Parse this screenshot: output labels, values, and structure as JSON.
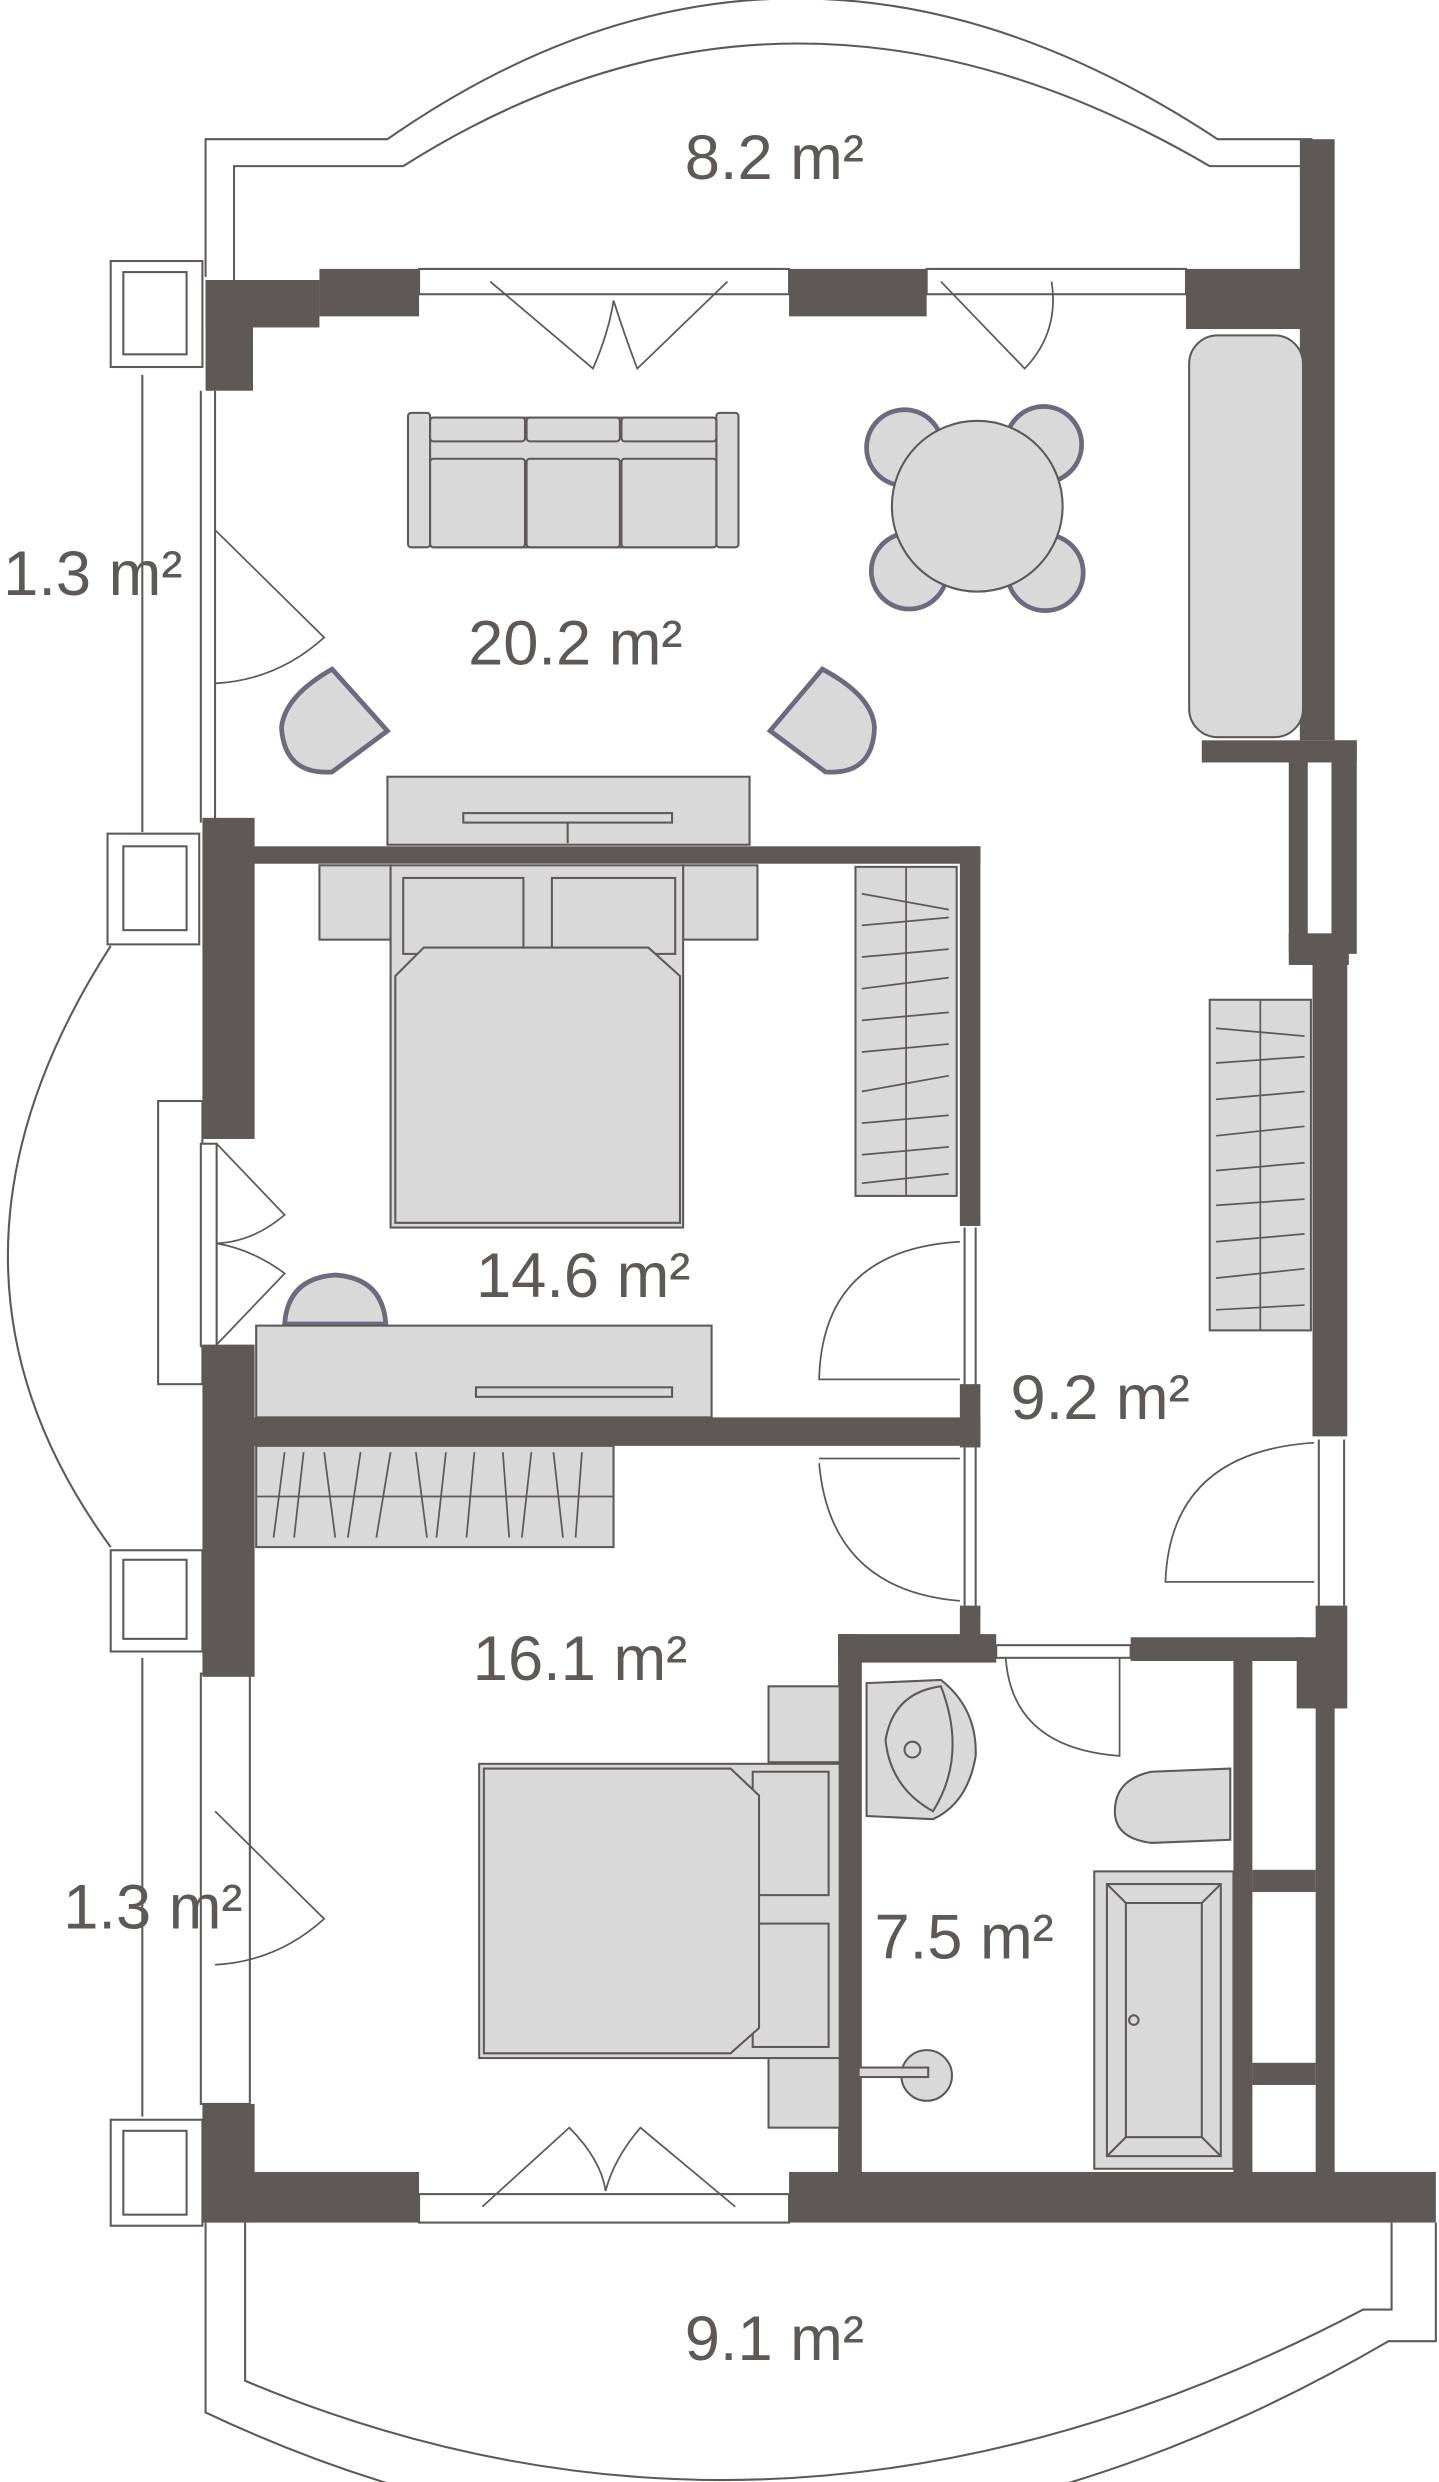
{
  "floor_plan": {
    "colors": {
      "wall": "#5e5857",
      "furniture_fill": "#d9d9d9",
      "chair_outline": "#6b6a7e",
      "background": "#ffffff"
    },
    "rooms": [
      {
        "id": "balcony-top",
        "label": "8.2 m²"
      },
      {
        "id": "loggia-left-top",
        "label": "1.3 m²"
      },
      {
        "id": "living-room",
        "label": "20.2 m²"
      },
      {
        "id": "bedroom-1",
        "label": "14.6 m²"
      },
      {
        "id": "hallway",
        "label": "9.2 m²"
      },
      {
        "id": "bedroom-2",
        "label": "16.1 m²"
      },
      {
        "id": "loggia-left-bottom",
        "label": "1.3 m²"
      },
      {
        "id": "bathroom",
        "label": "7.5 m²"
      },
      {
        "id": "balcony-bottom",
        "label": "9.1 m²"
      }
    ],
    "furniture": [
      "sofa",
      "dining-table",
      "dining-chairs",
      "armchairs",
      "tv-console",
      "double-bed",
      "wardrobe",
      "desk",
      "washbasin",
      "toilet",
      "bathtub",
      "shower"
    ]
  }
}
